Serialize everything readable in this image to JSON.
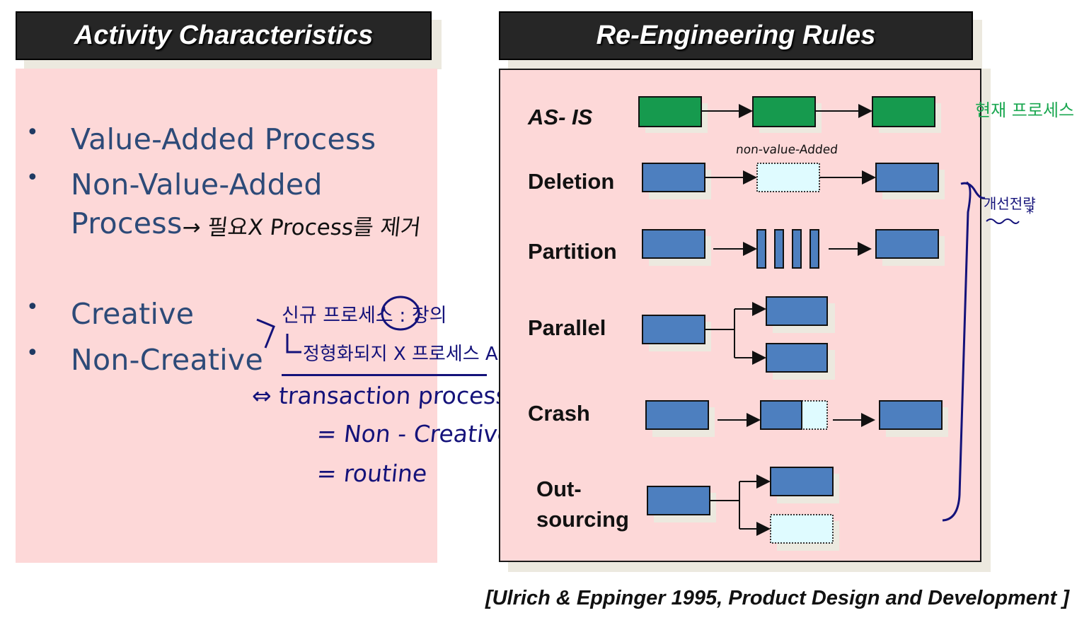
{
  "left": {
    "title": "Activity Characteristics",
    "bullets": [
      {
        "marker": "•",
        "lines": [
          "Value-Added Process"
        ]
      },
      {
        "marker": "•",
        "lines": [
          "Non-Value-Added",
          "Process"
        ]
      },
      {
        "marker": "•",
        "lines": [
          "Creative"
        ]
      },
      {
        "marker": "•",
        "lines": [
          "Non-Creative"
        ]
      }
    ],
    "annotations": {
      "nva_note": "→ 필요X Process를 제거",
      "creative_note1": "신규 프로세스 : 창의",
      "creative_note2": "정형화되지 X 프로세스 A,",
      "transaction": "⇔ transaction process",
      "non_creative": "= Non - Creative",
      "routine": "= routine"
    }
  },
  "right": {
    "title": "Re-Engineering Rules",
    "rules": [
      "AS- IS",
      "Deletion",
      "Partition",
      "Parallel",
      "Crash",
      "Out-",
      "sourcing"
    ],
    "annotations": {
      "current_process": "현재 프로세스",
      "nva_label": "non-value-Added",
      "improve": "개선전략",
      "star": "*"
    }
  },
  "citation": "[Ulrich & Eppinger 1995, Product Design and Development ]",
  "colors": {
    "header_bg": "#262626",
    "panel_bg": "#fdd8d8",
    "green_box": "#169a4e",
    "blue_box": "#4d7fbf",
    "dotted_box": "#dffbff",
    "text_blue": "#2d4a78",
    "ink_navy": "#14127a",
    "ink_green": "#1aa750"
  }
}
